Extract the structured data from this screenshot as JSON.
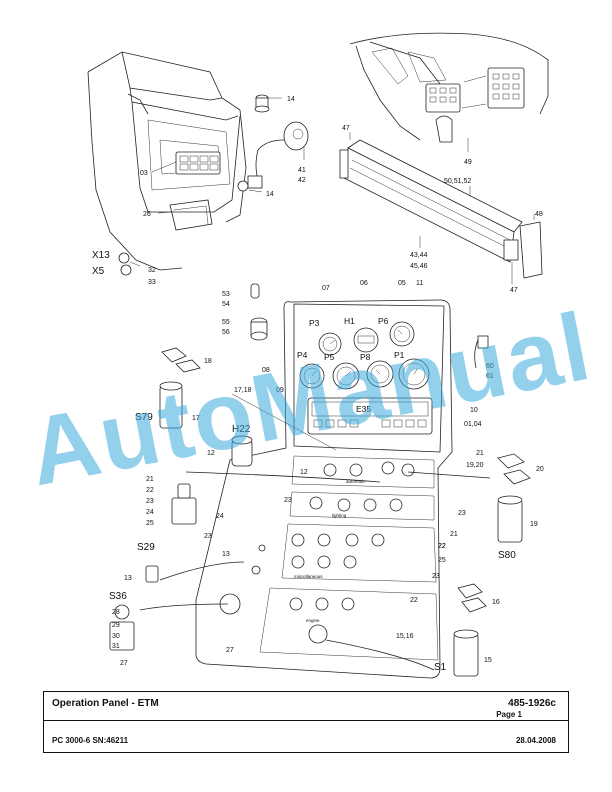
{
  "footer": {
    "title": "Operation Panel - ETM",
    "doc_number": "485-1926c",
    "page": "Page 1",
    "model": "PC 3000-6 SN:46211",
    "date": "28.04.2008"
  },
  "watermark": "AutoManual",
  "panel": {
    "display_label": "E35",
    "gauges": [
      "P3",
      "H1",
      "P6",
      "P4",
      "P5",
      "P8",
      "P1"
    ],
    "captions": [
      "automatic",
      "lighting",
      "miscellaneous",
      "engine"
    ]
  },
  "symbols": [
    "X13",
    "X5",
    "S79",
    "H22",
    "S29",
    "S36",
    "S80",
    "S1"
  ],
  "callouts": [
    "14",
    "03",
    "26",
    "32",
    "33",
    "41",
    "42",
    "14",
    "47",
    "49",
    "50,51,52",
    "48",
    "43,44",
    "45,46",
    "47",
    "53",
    "54",
    "55",
    "56",
    "07",
    "06",
    "05",
    "11",
    "08",
    "60",
    "61",
    "17,18",
    "09",
    "10",
    "01,04",
    "18",
    "17",
    "12",
    "21",
    "22",
    "23",
    "24",
    "25",
    "12",
    "23",
    "24",
    "21",
    "19,20",
    "20",
    "23",
    "19",
    "23",
    "22",
    "21",
    "22",
    "25",
    "23",
    "13",
    "13",
    "28",
    "29",
    "30",
    "31",
    "27",
    "27",
    "22",
    "16",
    "15,16",
    "15"
  ]
}
